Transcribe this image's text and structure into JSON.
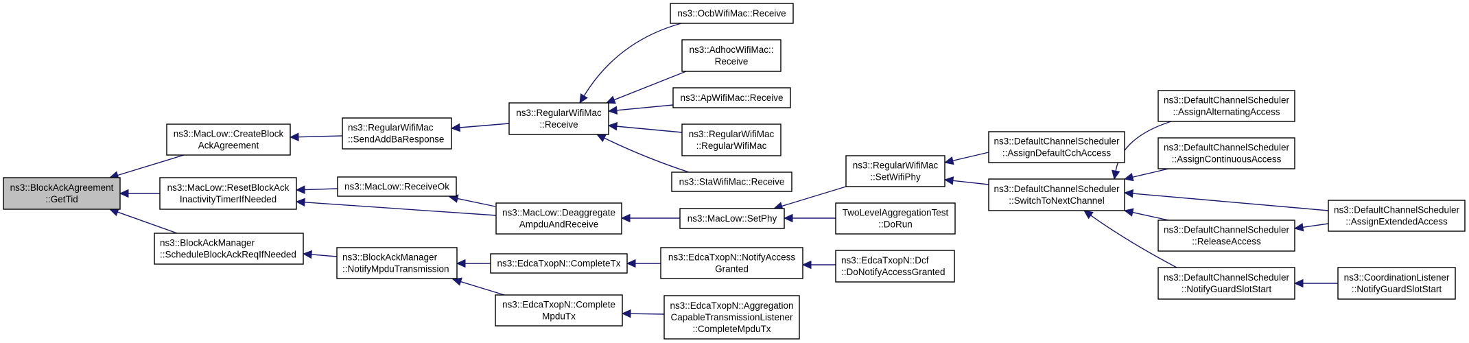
{
  "graph": {
    "type": "doxygen-caller-graph",
    "colors": {
      "edge": "#191970",
      "root_fill": "#bfbfbf",
      "node_fill": "#ffffff",
      "node_border": "#000000"
    },
    "nodes": [
      {
        "id": "n0",
        "lines": [
          "ns3::BlockAckAgreement",
          "::GetTid"
        ],
        "root": true
      },
      {
        "id": "n1",
        "lines": [
          "ns3::MacLow::CreateBlock",
          "AckAgreement"
        ]
      },
      {
        "id": "n2",
        "lines": [
          "ns3::MacLow::ResetBlockAck",
          "InactivityTimerIfNeeded"
        ]
      },
      {
        "id": "n3",
        "lines": [
          "ns3::BlockAckManager",
          "::ScheduleBlockAckReqIfNeeded"
        ],
        "align": "left"
      },
      {
        "id": "n4",
        "lines": [
          "ns3::RegularWifiMac",
          "::SendAddBaResponse"
        ],
        "align": "left"
      },
      {
        "id": "n5",
        "lines": [
          "ns3::MacLow::ReceiveOk"
        ]
      },
      {
        "id": "n6",
        "lines": [
          "ns3::BlockAckManager",
          "::NotifyMpduTransmission"
        ],
        "align": "left"
      },
      {
        "id": "n7",
        "lines": [
          "ns3::RegularWifiMac",
          "::Receive"
        ]
      },
      {
        "id": "n8",
        "lines": [
          "ns3::MacLow::Deaggregate",
          "AmpduAndReceive"
        ]
      },
      {
        "id": "n9",
        "lines": [
          "ns3::EdcaTxopN::CompleteTx"
        ]
      },
      {
        "id": "n10",
        "lines": [
          "ns3::EdcaTxopN::Complete",
          "MpduTx"
        ]
      },
      {
        "id": "n11",
        "lines": [
          "ns3::OcbWifiMac::Receive"
        ]
      },
      {
        "id": "n12",
        "lines": [
          "ns3::AdhocWifiMac::",
          "Receive"
        ]
      },
      {
        "id": "n13",
        "lines": [
          "ns3::ApWifiMac::Receive"
        ]
      },
      {
        "id": "n14",
        "lines": [
          "ns3::RegularWifiMac",
          "::RegularWifiMac"
        ]
      },
      {
        "id": "n15",
        "lines": [
          "ns3::StaWifiMac::Receive"
        ]
      },
      {
        "id": "n16",
        "lines": [
          "ns3::MacLow::SetPhy"
        ]
      },
      {
        "id": "n17",
        "lines": [
          "ns3::EdcaTxopN::NotifyAccess",
          "Granted"
        ]
      },
      {
        "id": "n18",
        "lines": [
          "ns3::EdcaTxopN::Aggregation",
          "CapableTransmissionListener",
          "::CompleteMpduTx"
        ]
      },
      {
        "id": "n19",
        "lines": [
          "ns3::RegularWifiMac",
          "::SetWifiPhy"
        ]
      },
      {
        "id": "n20",
        "lines": [
          "TwoLevelAggregationTest",
          "::DoRun"
        ]
      },
      {
        "id": "n21",
        "lines": [
          "ns3::EdcaTxopN::Dcf",
          "::DoNotifyAccessGranted"
        ],
        "align": "left"
      },
      {
        "id": "n22",
        "lines": [
          "ns3::DefaultChannelScheduler",
          "::AssignDefaultCchAccess"
        ]
      },
      {
        "id": "n23",
        "lines": [
          "ns3::DefaultChannelScheduler",
          "::SwitchToNextChannel"
        ]
      },
      {
        "id": "n24",
        "lines": [
          "ns3::DefaultChannelScheduler",
          "::AssignAlternatingAccess"
        ]
      },
      {
        "id": "n25",
        "lines": [
          "ns3::DefaultChannelScheduler",
          "::AssignContinuousAccess"
        ]
      },
      {
        "id": "n26",
        "lines": [
          "ns3::DefaultChannelScheduler",
          "::ReleaseAccess"
        ]
      },
      {
        "id": "n27",
        "lines": [
          "ns3::DefaultChannelScheduler",
          "::NotifyGuardSlotStart"
        ]
      },
      {
        "id": "n28",
        "lines": [
          "ns3::DefaultChannelScheduler",
          "::AssignExtendedAccess"
        ]
      },
      {
        "id": "n29",
        "lines": [
          "ns3::CoordinationListener",
          "::NotifyGuardSlotStart"
        ]
      }
    ],
    "edges": [
      {
        "from": "n1",
        "to": "n0"
      },
      {
        "from": "n2",
        "to": "n0"
      },
      {
        "from": "n3",
        "to": "n0"
      },
      {
        "from": "n4",
        "to": "n1"
      },
      {
        "from": "n5",
        "to": "n2"
      },
      {
        "from": "n8",
        "to": "n2"
      },
      {
        "from": "n6",
        "to": "n3"
      },
      {
        "from": "n7",
        "to": "n4"
      },
      {
        "from": "n8",
        "to": "n5"
      },
      {
        "from": "n9",
        "to": "n6"
      },
      {
        "from": "n10",
        "to": "n6"
      },
      {
        "from": "n11",
        "to": "n7"
      },
      {
        "from": "n12",
        "to": "n7"
      },
      {
        "from": "n13",
        "to": "n7"
      },
      {
        "from": "n14",
        "to": "n7"
      },
      {
        "from": "n15",
        "to": "n7"
      },
      {
        "from": "n16",
        "to": "n8"
      },
      {
        "from": "n17",
        "to": "n9"
      },
      {
        "from": "n18",
        "to": "n10"
      },
      {
        "from": "n19",
        "to": "n16"
      },
      {
        "from": "n20",
        "to": "n16"
      },
      {
        "from": "n21",
        "to": "n17"
      },
      {
        "from": "n22",
        "to": "n19"
      },
      {
        "from": "n23",
        "to": "n19"
      },
      {
        "from": "n24",
        "to": "n23"
      },
      {
        "from": "n25",
        "to": "n23"
      },
      {
        "from": "n28",
        "to": "n23"
      },
      {
        "from": "n26",
        "to": "n23"
      },
      {
        "from": "n27",
        "to": "n23"
      },
      {
        "from": "n28",
        "to": "n26"
      },
      {
        "from": "n29",
        "to": "n27"
      }
    ]
  }
}
